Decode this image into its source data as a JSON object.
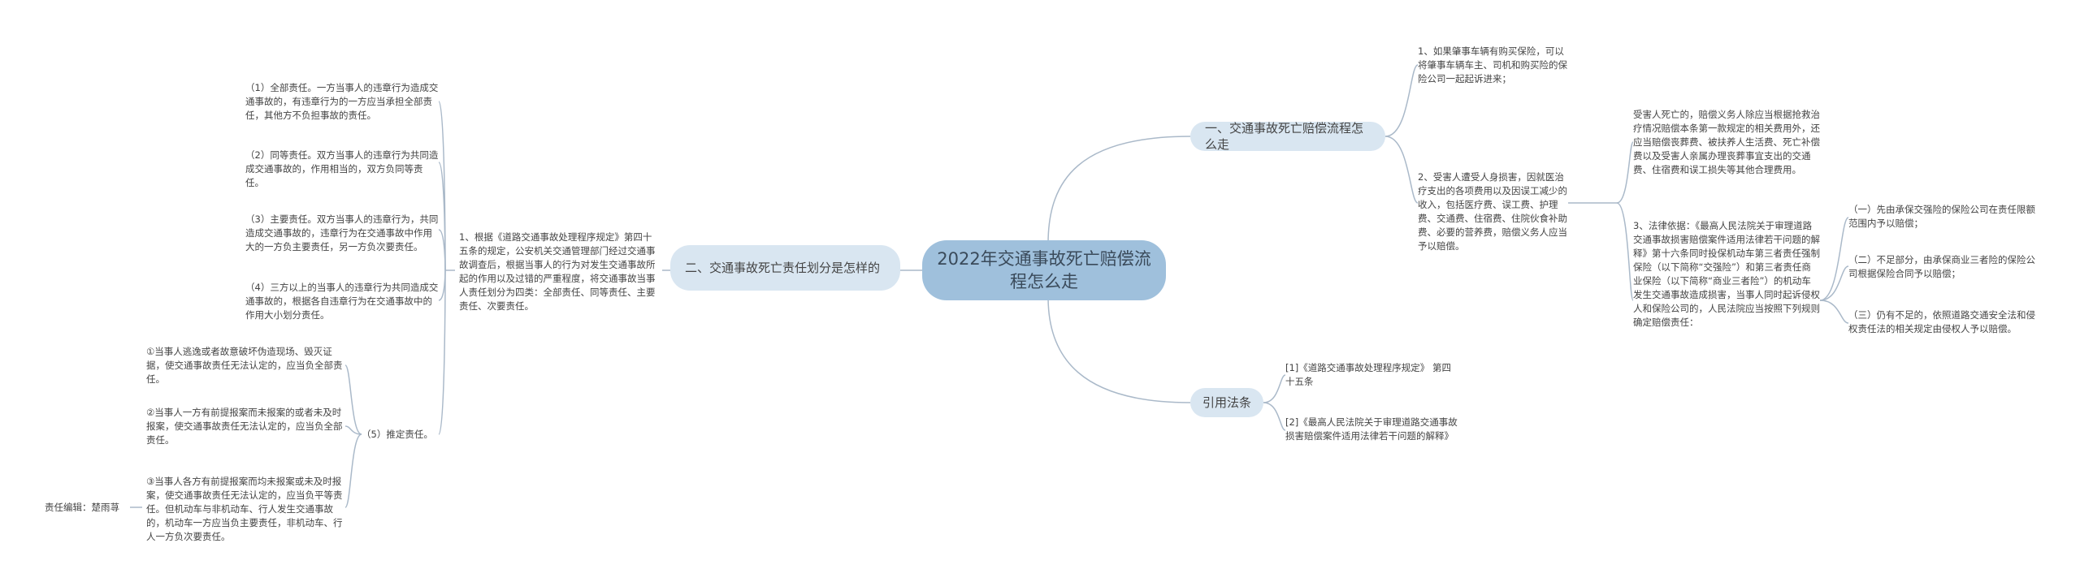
{
  "root": {
    "title": "2022年交通事故死亡赔偿流程怎么走"
  },
  "branches": {
    "process": {
      "label": "一、交通事故死亡赔偿流程怎么走",
      "items": [
        "1、如果肇事车辆有购买保险，可以将肇事车辆车主、司机和购买险的保险公司一起起诉进来；",
        "2、受害人遭受人身损害，因就医治疗支出的各项费用以及因误工减少的收入，包括医疗费、误工费、护理费、交通费、住宿费、住院伙食补助费、必要的营养费，赔偿义务人应当予以赔偿。",
        "受害人死亡的，赔偿义务人除应当根据抢救治疗情况赔偿本条第一款规定的相关费用外，还应当赔偿丧葬费、被扶养人生活费、死亡补偿费以及受害人亲属办理丧葬事宜支出的交通费、住宿费和误工损失等其他合理费用。",
        "3、法律依据：《最高人民法院关于审理道路交通事故损害赔偿案件适用法律若干问题的解释》第十六条同时投保机动车第三者责任强制保险（以下简称“交强险”）和第三者责任商业保险（以下简称“商业三者险”）的机动车发生交通事故造成损害，当事人同时起诉侵权人和保险公司的，人民法院应当按照下列规则确定赔偿责任："
      ],
      "sub_items": [
        "（一）先由承保交强险的保险公司在责任限额范围内予以赔偿；",
        "（二）不足部分，由承保商业三者险的保险公司根据保险合同予以赔偿；",
        "（三）仍有不足的，依照道路交通安全法和侵权责任法的相关规定由侵权人予以赔偿。"
      ]
    },
    "law": {
      "label": "引用法条",
      "items": [
        "[1]《道路交通事故处理程序规定》 第四十五条",
        "[2]《最高人民法院关于审理道路交通事故损害赔偿案件适用法律若干问题的解释》"
      ]
    },
    "liability": {
      "label": "二、交通事故死亡责任划分是怎样的",
      "intro": "1、根据《道路交通事故处理程序规定》第四十五条的规定，公安机关交通管理部门经过交通事故调查后，根据当事人的行为对发生交通事故所起的作用以及过错的严重程度，将交通事故当事人责任划分为四类：全部责任、同等责任、主要责任、次要责任。",
      "items": [
        "（1）全部责任。一方当事人的违章行为造成交通事故的，有违章行为的一方应当承担全部责任，其他方不负担事故的责任。",
        "（2）同等责任。双方当事人的违章行为共同造成交通事故的，作用相当的，双方负同等责任。",
        "（3）主要责任。双方当事人的违章行为，共同造成交通事故的，违章行为在交通事故中作用大的一方负主要责任，另一方负次要责任。",
        "（4）三方以上的当事人的违章行为共同造成交通事故的，根据各自违章行为在交通事故中的作用大小划分责任。",
        "（5）推定责任。"
      ],
      "presumed": [
        "①当事人逃逸或者故意破坏伪造现场、毁灭证据，使交通事故责任无法认定的，应当负全部责任。",
        "②当事人一方有前提报案而未报案的或者未及时报案，使交通事故责任无法认定的，应当负全部责任。",
        "③当事人各方有前提报案而均未报案或未及时报案，使交通事故责任无法认定的，应当负平等责任。但机动车与非机动车、行人发生交通事故的，机动车一方应当负主要责任，非机动车、行人一方负次要责任。"
      ],
      "editor": "责任编辑：楚雨荨"
    }
  },
  "colors": {
    "root_bg": "#9fc0dc",
    "branch_bg": "#d9e6f1",
    "line": "#aab9c9"
  }
}
